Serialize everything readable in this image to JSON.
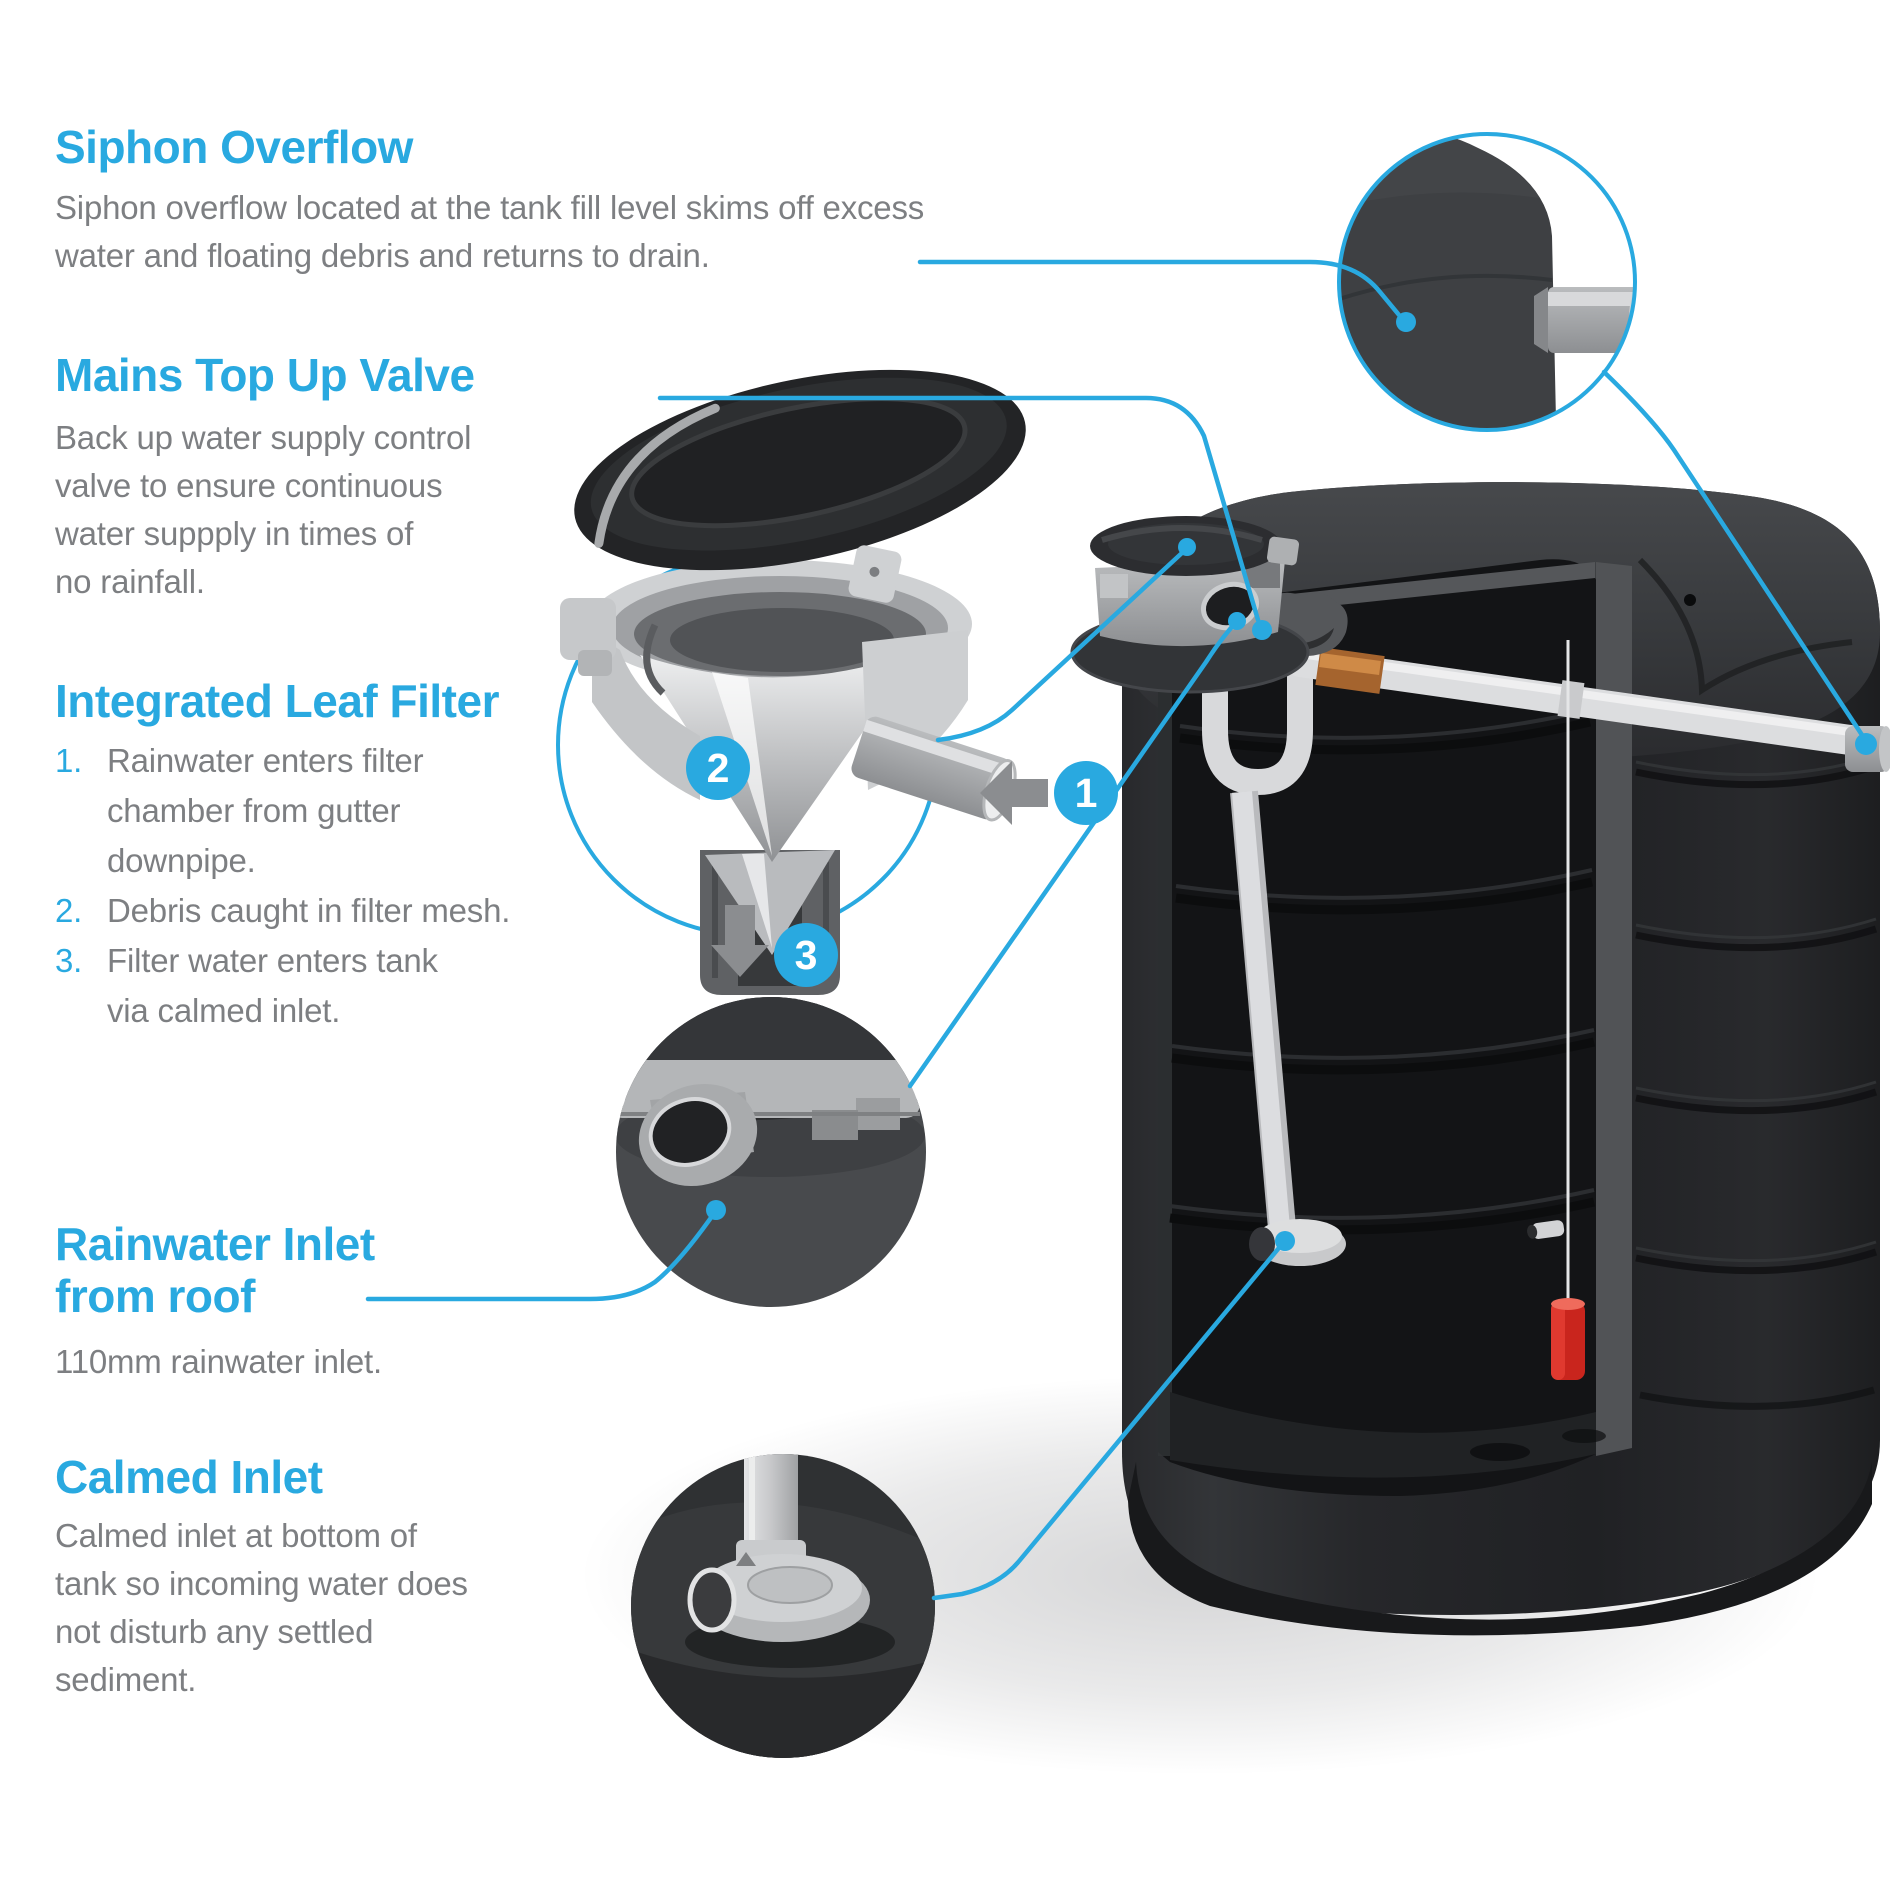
{
  "colors": {
    "accent": "#29a9e0",
    "body_text": "#7d7f82",
    "tank_dark": "#232427",
    "pipe_grey": "#d6d7d9",
    "copper": "#a5642e",
    "float_red": "#c9251d"
  },
  "icons": {
    "flow_in": "left-arrow-icon",
    "flow_down": "down-arrow-icon",
    "callout_dot": "connector-dot"
  },
  "markers": {
    "step1": "1",
    "step2": "2",
    "step3": "3"
  },
  "sections": {
    "siphon_overflow": {
      "heading": "Siphon Overflow",
      "body_lines": [
        "Siphon overflow located at the tank fill level skims off excess",
        "water and floating debris and returns to drain."
      ]
    },
    "mains_top_up": {
      "heading": "Mains Top Up Valve",
      "body_lines": [
        "Back up water supply control",
        "valve to ensure continuous",
        "water suppply in times of",
        "no rainfall."
      ]
    },
    "leaf_filter": {
      "heading": "Integrated Leaf Filter",
      "items": [
        {
          "num": "1.",
          "lines": [
            "Rainwater enters filter",
            "chamber from gutter",
            "downpipe."
          ]
        },
        {
          "num": "2.",
          "lines": [
            "Debris caught in filter mesh."
          ]
        },
        {
          "num": "3.",
          "lines": [
            "Filter water enters tank",
            "via calmed inlet."
          ]
        }
      ]
    },
    "rainwater_inlet": {
      "heading_lines": [
        "Rainwater Inlet",
        "from roof"
      ],
      "body_lines": [
        "110mm rainwater inlet."
      ]
    },
    "calmed_inlet": {
      "heading": "Calmed Inlet",
      "body_lines": [
        "Calmed inlet at bottom of",
        "tank so incoming water does",
        "not disturb any settled",
        "sediment."
      ]
    }
  }
}
